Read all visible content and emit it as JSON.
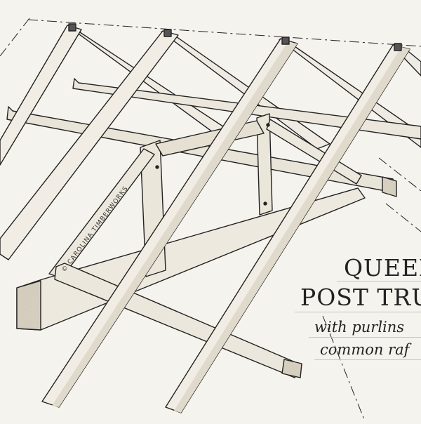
{
  "title": {
    "line1": "QUEEN",
    "line2": "POST TRU",
    "line3": "with purlins",
    "line4": "common raf"
  },
  "credit": "© CAROLINA TIMBERWORKS",
  "colors": {
    "background": "#f5f3ee",
    "timber_light": "#f0ece3",
    "timber_mid": "#e4dfd3",
    "timber_shadow": "#d2ccbe",
    "outline": "#222222"
  }
}
